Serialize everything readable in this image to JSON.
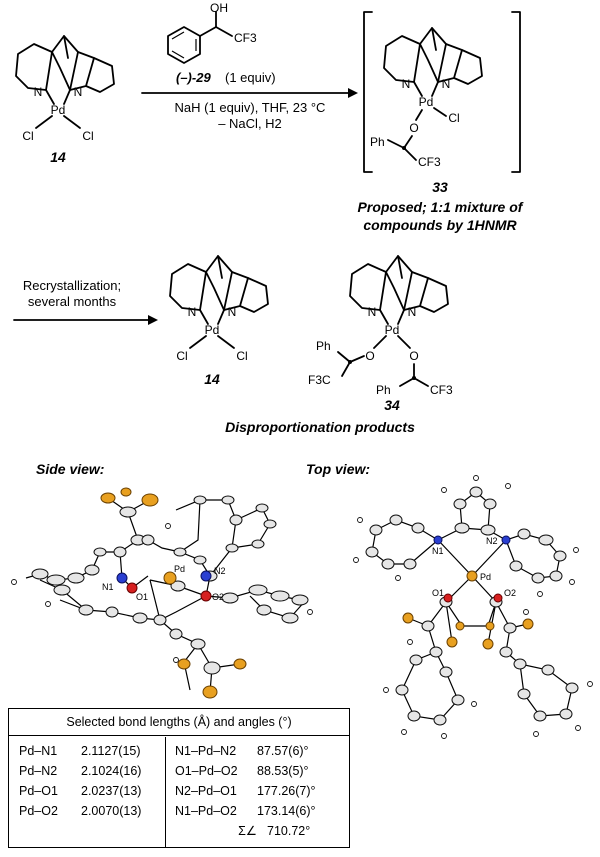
{
  "scheme": {
    "reactant_label": "14",
    "reagent_alcohol_oh": "OH",
    "reagent_alcohol_cf3": "CF3",
    "reagent_label": "(–)-29",
    "reagent_equiv": "(1 equiv)",
    "conditions_line1": "NaH (1 equiv), THF, 23 °C",
    "conditions_line2": "– NaCl, H2",
    "intermediate_label": "33",
    "intermediate_note_line1": "Proposed; 1:1 mixture of",
    "intermediate_note_line2": "compounds by 1HNMR",
    "step2_line1": "Recrystallization;",
    "step2_line2": "several months",
    "product1_label": "14",
    "product2_label": "34",
    "products_caption": "Disproportionation products",
    "atoms": {
      "N": "N",
      "Pd": "Pd",
      "Cl": "Cl",
      "O": "O",
      "Ph": "Ph",
      "CF3": "CF3",
      "F3C": "F3C"
    }
  },
  "crystal": {
    "side_view_title": "Side view:",
    "top_view_title": "Top view:",
    "side_labels": {
      "n1": "N1",
      "n2": "N2",
      "pd": "Pd",
      "o1": "O1",
      "o2": "O2"
    },
    "top_labels": {
      "n1": "N1",
      "n2": "N2",
      "pd": "Pd",
      "o1": "O1",
      "o2": "O2"
    },
    "colors": {
      "pd": "#e8a020",
      "f": "#e8a020",
      "n": "#2a3fd1",
      "o": "#d62020"
    }
  },
  "table": {
    "title": "Selected bond lengths (Å) and angles (°)",
    "lengths": [
      {
        "bond": "Pd–N1",
        "value": "2.1127(15)"
      },
      {
        "bond": "Pd–N2",
        "value": "2.1024(16)"
      },
      {
        "bond": "Pd–O1",
        "value": "2.0237(13)"
      },
      {
        "bond": "Pd–O2",
        "value": "2.0070(13)"
      }
    ],
    "angles": [
      {
        "angle": "N1–Pd–N2",
        "value": "87.57(6)°"
      },
      {
        "angle": "O1–Pd–O2",
        "value": "88.53(5)°"
      },
      {
        "angle": "N2–Pd–O1",
        "value": "177.26(7)°"
      },
      {
        "angle": "N1–Pd–O2",
        "value": "173.14(6)°"
      },
      {
        "angle": "Σ∠",
        "value": "710.72°"
      }
    ]
  }
}
